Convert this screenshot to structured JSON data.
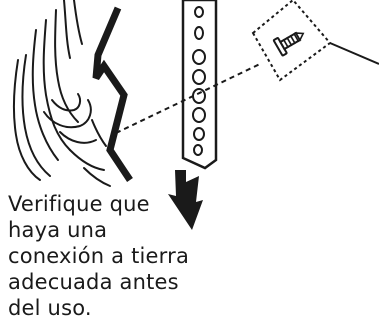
{
  "caption": {
    "lines": [
      "Verifique que",
      "haya una",
      "conexión a tierra",
      "adecuada antes",
      "del uso."
    ]
  },
  "colors": {
    "ink": "#1a1a1a",
    "background": "#ffffff"
  },
  "icons": [
    "wood-grain-icon",
    "metal-bracket-icon",
    "screw-icon",
    "arrow-down-icon"
  ]
}
